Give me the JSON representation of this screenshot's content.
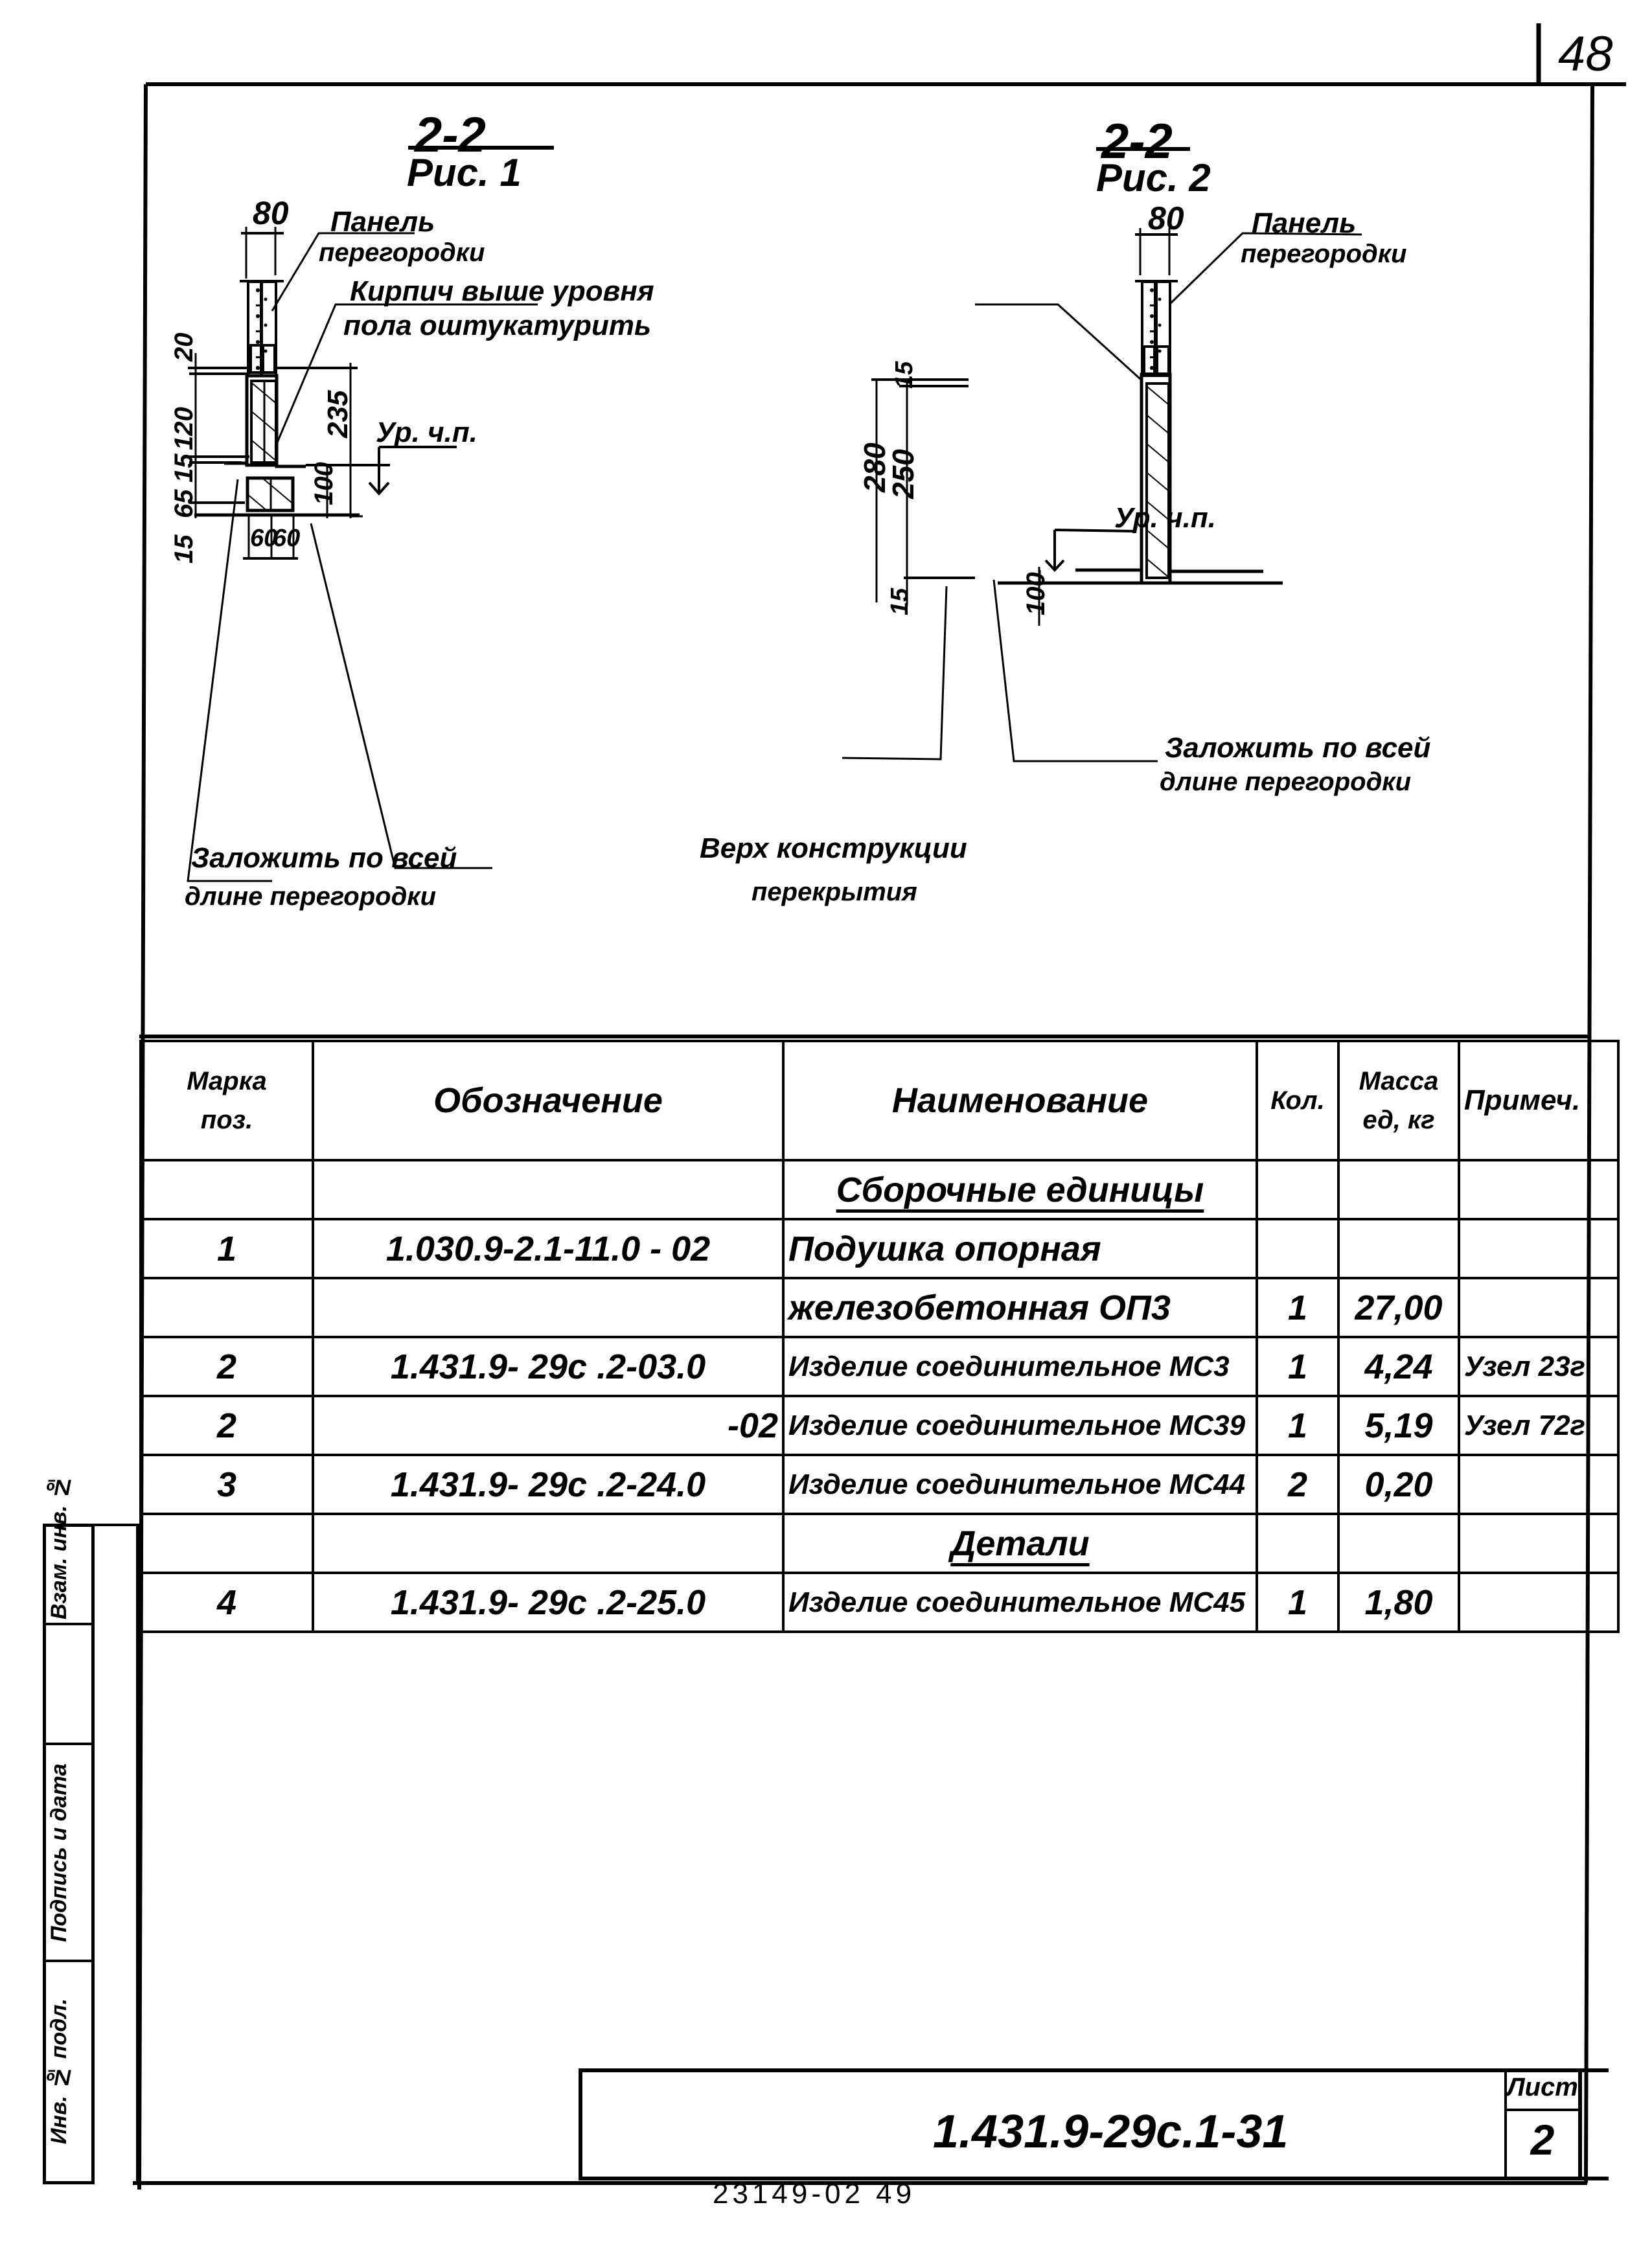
{
  "page_number": "48",
  "figure1": {
    "section_label": "2-2",
    "figure_label": "Рис. 1",
    "dim_width": "80",
    "label_panel_line1": "Панель",
    "label_panel_line2": "перегородки",
    "label_brick_line1": "Кирпич выше уровня",
    "label_brick_line2": "пола оштукатурить",
    "floor_level": "Ур. ч.п.",
    "dims_left": [
      "20",
      "120",
      "15",
      "65",
      "15"
    ],
    "dim_235": "235",
    "dim_100": "100",
    "dims_bottom": [
      "60",
      "60"
    ],
    "label_lay_line1": "Заложить по всей",
    "label_lay_line2": "длине перегородки"
  },
  "figure2": {
    "section_label": "2-2",
    "figure_label": "Рис. 2",
    "dim_width": "80",
    "label_panel_line1": "Панель",
    "label_panel_line2": "перегородки",
    "floor_level": "Ур. ч.п.",
    "dim_15_top": "15",
    "dim_280": "280",
    "dim_250": "250",
    "dim_15_bottom": "15",
    "dim_100": "100",
    "label_lay_line1": "Заложить по всей",
    "label_lay_line2": "длине перегородки"
  },
  "shared_labels": {
    "slab_top_line1": "Верх конструкции",
    "slab_top_line2": "перекрытия"
  },
  "spec_table": {
    "headers": {
      "mark_line1": "Марка",
      "mark_line2": "поз.",
      "designation": "Обозначение",
      "name": "Наименование",
      "qty": "Кол.",
      "mass_line1": "Масса",
      "mass_line2": "ед, кг",
      "note": "Примеч."
    },
    "rows": [
      {
        "mark": "",
        "designation": "",
        "name": "Сборочные единицы",
        "qty": "",
        "mass": "",
        "note": "",
        "section": true
      },
      {
        "mark": "1",
        "designation": "1.030.9-2.1-11.0 - 02",
        "name": "Подушка опорная",
        "qty": "",
        "mass": "",
        "note": ""
      },
      {
        "mark": "",
        "designation": "",
        "name": "железобетонная   ОП3",
        "qty": "1",
        "mass": "27,00",
        "note": ""
      },
      {
        "mark": "2",
        "designation": "1.431.9- 29с .2-03.0",
        "name": "Изделие соединительное МС3",
        "qty": "1",
        "mass": "4,24",
        "note": "Узел 23г"
      },
      {
        "mark": "2",
        "designation": "-02",
        "name": "Изделие соединительное МС39",
        "qty": "1",
        "mass": "5,19",
        "note": "Узел 72г"
      },
      {
        "mark": "3",
        "designation": "1.431.9- 29с .2-24.0",
        "name": "Изделие соединительное МС44",
        "qty": "2",
        "mass": "0,20",
        "note": ""
      },
      {
        "mark": "",
        "designation": "",
        "name": "Детали",
        "qty": "",
        "mass": "",
        "note": "",
        "section": true
      },
      {
        "mark": "4",
        "designation": "1.431.9- 29с .2-25.0",
        "name": "Изделие соединительное МС45",
        "qty": "1",
        "mass": "1,80",
        "note": ""
      }
    ]
  },
  "side_stamp": {
    "swap_inv": "Взам. инв. №",
    "signature_date": "Подпись и дата",
    "inv_original": "Инв. № подл."
  },
  "title_block": {
    "doc_code": "1.431.9-29с.1-31",
    "sheet_label": "Лист",
    "sheet_number": "2"
  },
  "archive_code": "23149-02   49"
}
